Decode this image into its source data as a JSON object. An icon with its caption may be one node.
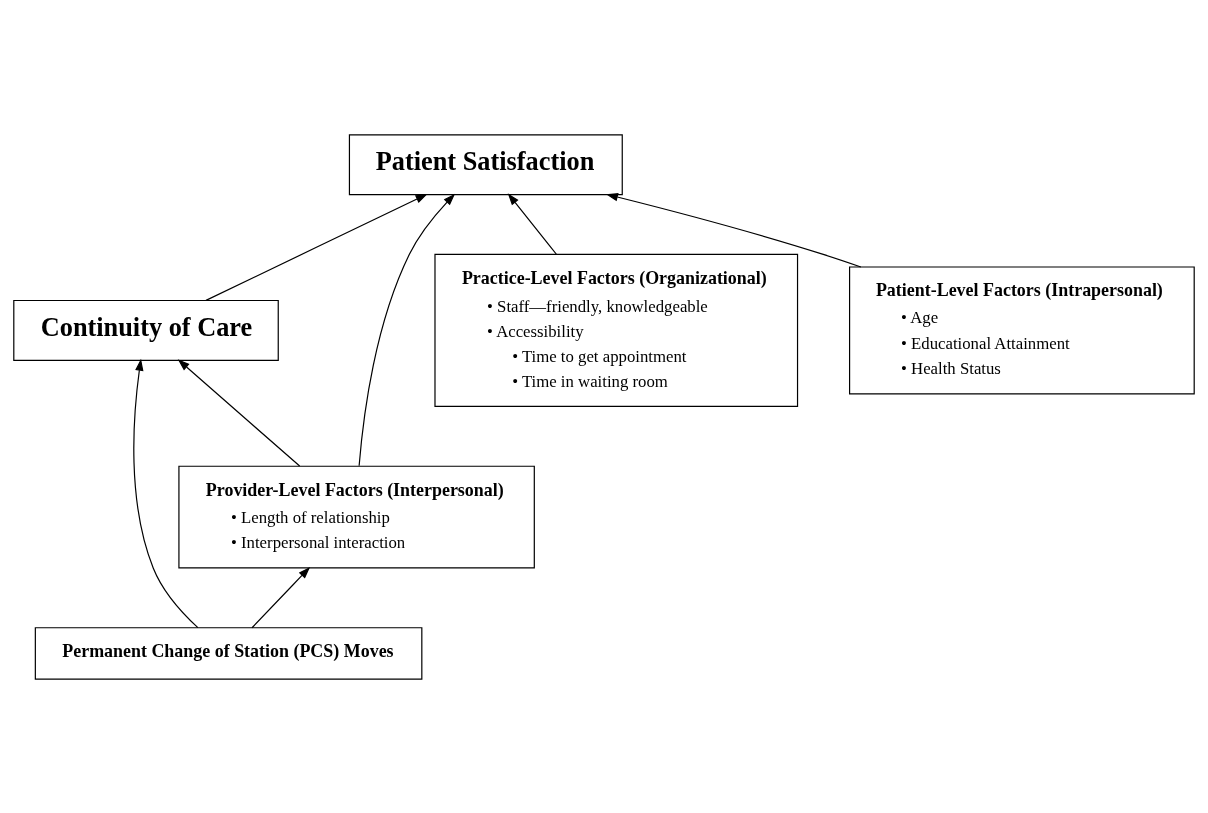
{
  "diagram": {
    "nodes": [
      {
        "text": [
          "Patient Satisfaction"
        ]
      },
      {
        "text": [
          "Continuity of Care"
        ]
      },
      {
        "text": [
          "Practice-Level Factors (Organizational)",
          "• Staff—friendly, knowledgeable",
          "• Accessibility",
          "• Time to get appointment",
          "• Time in waiting room"
        ]
      },
      {
        "text": [
          "Provider-Level Factors (Interpersonal)",
          "• Length of relationship",
          "• Interpersonal interaction"
        ]
      },
      {
        "text": [
          "Permanent Change of Station (PCS) Moves"
        ]
      },
      {
        "text": [
          "Patient-Level Factors (Intrapersonal)",
          "• Age",
          "• Educational Attainment",
          "• Health Status"
        ]
      }
    ],
    "edges": [
      {
        "from": 1,
        "to": 0,
        "arrow": "to"
      },
      {
        "from": 3,
        "to": 0,
        "arrow": "to"
      },
      {
        "from": 5,
        "to": 0,
        "arrow": "to"
      },
      {
        "from": 2,
        "to": 0,
        "arrow": "to"
      },
      {
        "from": 4,
        "to": 1,
        "arrow": "to"
      },
      {
        "from": 3,
        "to": 1,
        "arrow": "to"
      },
      {
        "from": 4,
        "to": 3,
        "arrow": "to"
      }
    ]
  }
}
